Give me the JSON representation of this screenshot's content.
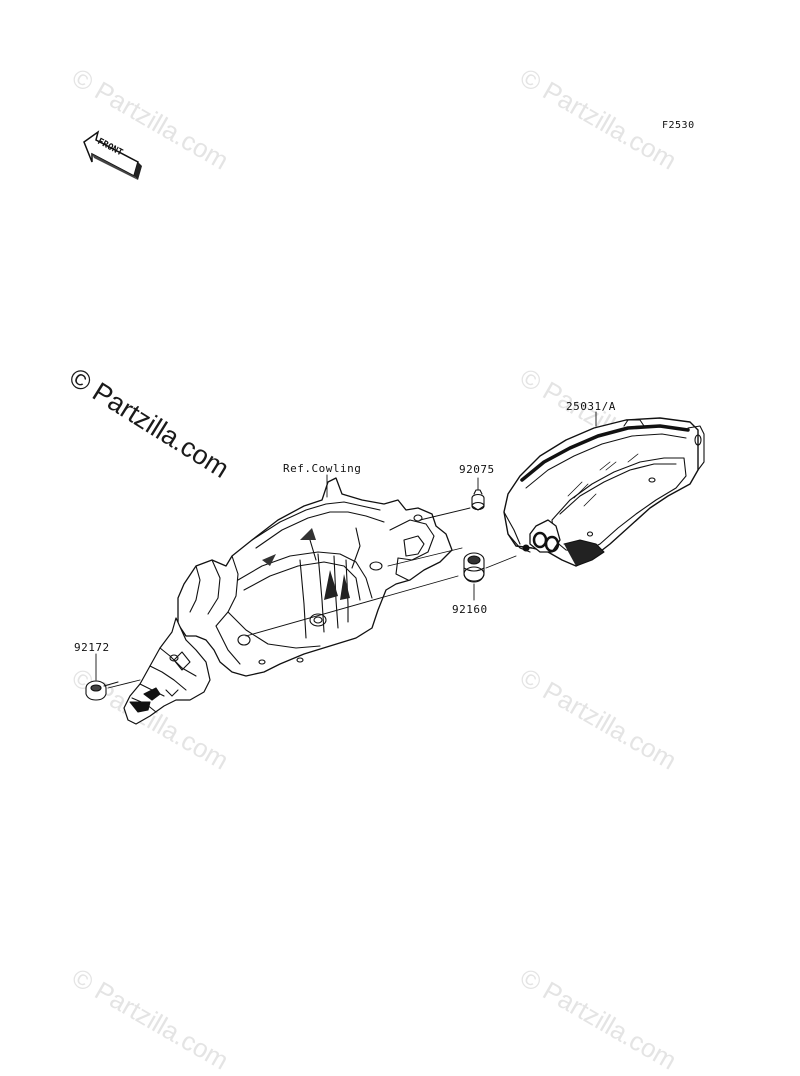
{
  "diagram": {
    "code": "F2530",
    "front_label": "FRONT",
    "watermark": "© Partzilla.com",
    "parts": {
      "ref_cowling": "Ref.Cowling",
      "p92075": "92075",
      "p25031": "25031/A",
      "p92160": "92160",
      "p92172": "92172"
    }
  }
}
